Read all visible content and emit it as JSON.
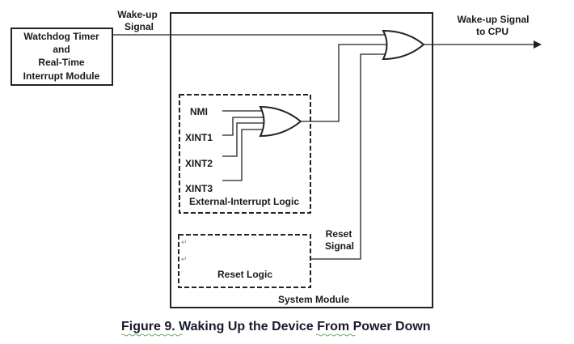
{
  "diagram": {
    "watchdog_block": {
      "lines": [
        "Watchdog Timer",
        "and",
        "Real-Time",
        "Interrupt Module"
      ]
    },
    "wakeup_input_label": [
      "Wake-up",
      "Signal"
    ],
    "output_label": [
      "Wake-up Signal",
      "to CPU"
    ],
    "external_interrupt": {
      "inputs": [
        "NMI",
        "XINT1",
        "XINT2",
        "XINT3"
      ],
      "title": "External-Interrupt Logic"
    },
    "reset_logic": {
      "title": "Reset Logic"
    },
    "reset_signal_label": [
      "Reset",
      "Signal"
    ],
    "system_module_label": "System Module",
    "paragraph_mark": "↵"
  },
  "caption": "Figure 9. Waking Up the Device From Power Down"
}
